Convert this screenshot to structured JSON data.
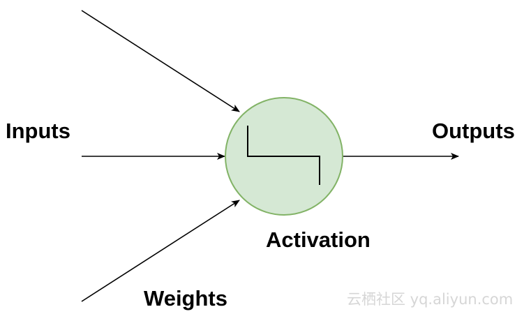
{
  "diagram": {
    "inputs_label": "Inputs",
    "outputs_label": "Outputs",
    "activation_label": "Activation",
    "weights_label": "Weights",
    "watermark": "云栖社区 yq.aliyun.com",
    "colors": {
      "neuron_fill": "#d5e8d4",
      "neuron_stroke": "#82b366",
      "arrow": "#000000",
      "text": "#000000",
      "watermark": "#d6d6d6"
    },
    "icons": {
      "activation_symbol": "step-function-icon"
    }
  }
}
